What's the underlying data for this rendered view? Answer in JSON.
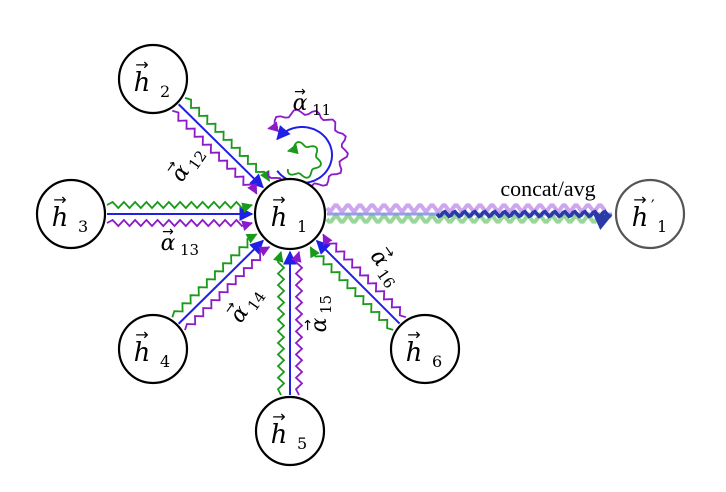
{
  "colors": {
    "blue": "#1f1fe6",
    "green": "#1a9a1a",
    "purple": "#8c1ac8",
    "node_stroke": "#000000",
    "output_node_stroke": "#555555"
  },
  "nodes": {
    "center": {
      "sym": "h",
      "sub": "1"
    },
    "h2": {
      "sym": "h",
      "sub": "2"
    },
    "h3": {
      "sym": "h",
      "sub": "3"
    },
    "h4": {
      "sym": "h",
      "sub": "4"
    },
    "h5": {
      "sym": "h",
      "sub": "5"
    },
    "h6": {
      "sym": "h",
      "sub": "6"
    },
    "output": {
      "sym": "h",
      "prime": "′",
      "sub": "1"
    }
  },
  "attention": {
    "a11": {
      "sym": "α",
      "sub": "11"
    },
    "a12": {
      "sym": "α",
      "sub": "12"
    },
    "a13": {
      "sym": "α",
      "sub": "13"
    },
    "a14": {
      "sym": "α",
      "sub": "14"
    },
    "a15": {
      "sym": "α",
      "sub": "15"
    },
    "a16": {
      "sym": "α",
      "sub": "16"
    }
  },
  "output_label": "concat/avg"
}
